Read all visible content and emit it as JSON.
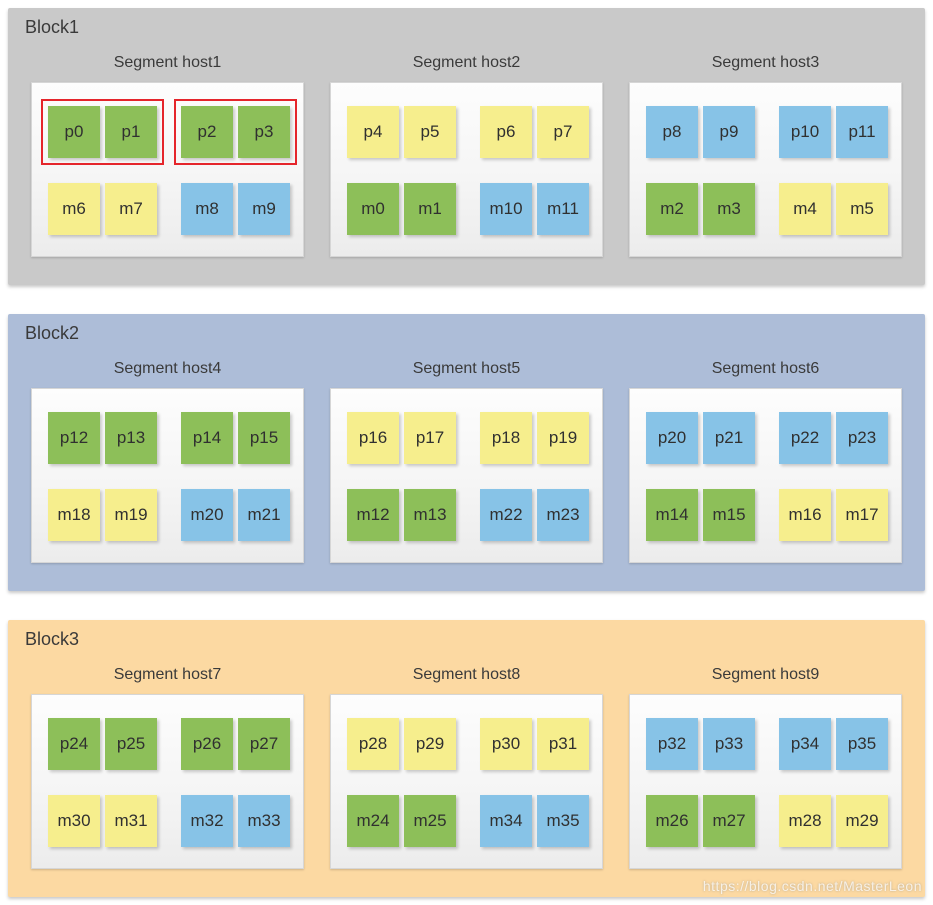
{
  "colors": {
    "green": "#8dbf59",
    "yellow": "#f6ee8d",
    "blue": "#87c3e7",
    "highlight_red": "#e5252b",
    "block1_bg": "#c9c9c9",
    "block2_bg": "#adbdd8",
    "block3_bg": "#fcd9a2"
  },
  "watermark": "https://blog.csdn.net/MasterLeon",
  "blocks": [
    {
      "label": "Block1",
      "bg": "#c9c9c9",
      "hosts": [
        {
          "title": "Segment host1",
          "rows": [
            [
              {
                "outlined": true,
                "cells": [
                  {
                    "label": "p0",
                    "color": "green"
                  },
                  {
                    "label": "p1",
                    "color": "green"
                  }
                ]
              },
              {
                "outlined": true,
                "cells": [
                  {
                    "label": "p2",
                    "color": "green"
                  },
                  {
                    "label": "p3",
                    "color": "green"
                  }
                ]
              }
            ],
            [
              {
                "outlined": false,
                "cells": [
                  {
                    "label": "m6",
                    "color": "yellow"
                  },
                  {
                    "label": "m7",
                    "color": "yellow"
                  }
                ]
              },
              {
                "outlined": false,
                "cells": [
                  {
                    "label": "m8",
                    "color": "blue"
                  },
                  {
                    "label": "m9",
                    "color": "blue"
                  }
                ]
              }
            ]
          ]
        },
        {
          "title": "Segment host2",
          "rows": [
            [
              {
                "outlined": false,
                "cells": [
                  {
                    "label": "p4",
                    "color": "yellow"
                  },
                  {
                    "label": "p5",
                    "color": "yellow"
                  }
                ]
              },
              {
                "outlined": false,
                "cells": [
                  {
                    "label": "p6",
                    "color": "yellow"
                  },
                  {
                    "label": "p7",
                    "color": "yellow"
                  }
                ]
              }
            ],
            [
              {
                "outlined": false,
                "cells": [
                  {
                    "label": "m0",
                    "color": "green"
                  },
                  {
                    "label": "m1",
                    "color": "green"
                  }
                ]
              },
              {
                "outlined": false,
                "cells": [
                  {
                    "label": "m10",
                    "color": "blue"
                  },
                  {
                    "label": "m11",
                    "color": "blue"
                  }
                ]
              }
            ]
          ]
        },
        {
          "title": "Segment host3",
          "rows": [
            [
              {
                "outlined": false,
                "cells": [
                  {
                    "label": "p8",
                    "color": "blue"
                  },
                  {
                    "label": "p9",
                    "color": "blue"
                  }
                ]
              },
              {
                "outlined": false,
                "cells": [
                  {
                    "label": "p10",
                    "color": "blue"
                  },
                  {
                    "label": "p11",
                    "color": "blue"
                  }
                ]
              }
            ],
            [
              {
                "outlined": false,
                "cells": [
                  {
                    "label": "m2",
                    "color": "green"
                  },
                  {
                    "label": "m3",
                    "color": "green"
                  }
                ]
              },
              {
                "outlined": false,
                "cells": [
                  {
                    "label": "m4",
                    "color": "yellow"
                  },
                  {
                    "label": "m5",
                    "color": "yellow"
                  }
                ]
              }
            ]
          ]
        }
      ]
    },
    {
      "label": "Block2",
      "bg": "#adbdd8",
      "hosts": [
        {
          "title": "Segment host4",
          "rows": [
            [
              {
                "outlined": false,
                "cells": [
                  {
                    "label": "p12",
                    "color": "green"
                  },
                  {
                    "label": "p13",
                    "color": "green"
                  }
                ]
              },
              {
                "outlined": false,
                "cells": [
                  {
                    "label": "p14",
                    "color": "green"
                  },
                  {
                    "label": "p15",
                    "color": "green"
                  }
                ]
              }
            ],
            [
              {
                "outlined": false,
                "cells": [
                  {
                    "label": "m18",
                    "color": "yellow"
                  },
                  {
                    "label": "m19",
                    "color": "yellow"
                  }
                ]
              },
              {
                "outlined": false,
                "cells": [
                  {
                    "label": "m20",
                    "color": "blue"
                  },
                  {
                    "label": "m21",
                    "color": "blue"
                  }
                ]
              }
            ]
          ]
        },
        {
          "title": "Segment host5",
          "rows": [
            [
              {
                "outlined": false,
                "cells": [
                  {
                    "label": "p16",
                    "color": "yellow"
                  },
                  {
                    "label": "p17",
                    "color": "yellow"
                  }
                ]
              },
              {
                "outlined": false,
                "cells": [
                  {
                    "label": "p18",
                    "color": "yellow"
                  },
                  {
                    "label": "p19",
                    "color": "yellow"
                  }
                ]
              }
            ],
            [
              {
                "outlined": false,
                "cells": [
                  {
                    "label": "m12",
                    "color": "green"
                  },
                  {
                    "label": "m13",
                    "color": "green"
                  }
                ]
              },
              {
                "outlined": false,
                "cells": [
                  {
                    "label": "m22",
                    "color": "blue"
                  },
                  {
                    "label": "m23",
                    "color": "blue"
                  }
                ]
              }
            ]
          ]
        },
        {
          "title": "Segment host6",
          "rows": [
            [
              {
                "outlined": false,
                "cells": [
                  {
                    "label": "p20",
                    "color": "blue"
                  },
                  {
                    "label": "p21",
                    "color": "blue"
                  }
                ]
              },
              {
                "outlined": false,
                "cells": [
                  {
                    "label": "p22",
                    "color": "blue"
                  },
                  {
                    "label": "p23",
                    "color": "blue"
                  }
                ]
              }
            ],
            [
              {
                "outlined": false,
                "cells": [
                  {
                    "label": "m14",
                    "color": "green"
                  },
                  {
                    "label": "m15",
                    "color": "green"
                  }
                ]
              },
              {
                "outlined": false,
                "cells": [
                  {
                    "label": "m16",
                    "color": "yellow"
                  },
                  {
                    "label": "m17",
                    "color": "yellow"
                  }
                ]
              }
            ]
          ]
        }
      ]
    },
    {
      "label": "Block3",
      "bg": "#fcd9a2",
      "hosts": [
        {
          "title": "Segment host7",
          "rows": [
            [
              {
                "outlined": false,
                "cells": [
                  {
                    "label": "p24",
                    "color": "green"
                  },
                  {
                    "label": "p25",
                    "color": "green"
                  }
                ]
              },
              {
                "outlined": false,
                "cells": [
                  {
                    "label": "p26",
                    "color": "green"
                  },
                  {
                    "label": "p27",
                    "color": "green"
                  }
                ]
              }
            ],
            [
              {
                "outlined": false,
                "cells": [
                  {
                    "label": "m30",
                    "color": "yellow"
                  },
                  {
                    "label": "m31",
                    "color": "yellow"
                  }
                ]
              },
              {
                "outlined": false,
                "cells": [
                  {
                    "label": "m32",
                    "color": "blue"
                  },
                  {
                    "label": "m33",
                    "color": "blue"
                  }
                ]
              }
            ]
          ]
        },
        {
          "title": "Segment host8",
          "rows": [
            [
              {
                "outlined": false,
                "cells": [
                  {
                    "label": "p28",
                    "color": "yellow"
                  },
                  {
                    "label": "p29",
                    "color": "yellow"
                  }
                ]
              },
              {
                "outlined": false,
                "cells": [
                  {
                    "label": "p30",
                    "color": "yellow"
                  },
                  {
                    "label": "p31",
                    "color": "yellow"
                  }
                ]
              }
            ],
            [
              {
                "outlined": false,
                "cells": [
                  {
                    "label": "m24",
                    "color": "green"
                  },
                  {
                    "label": "m25",
                    "color": "green"
                  }
                ]
              },
              {
                "outlined": false,
                "cells": [
                  {
                    "label": "m34",
                    "color": "blue"
                  },
                  {
                    "label": "m35",
                    "color": "blue"
                  }
                ]
              }
            ]
          ]
        },
        {
          "title": "Segment host9",
          "rows": [
            [
              {
                "outlined": false,
                "cells": [
                  {
                    "label": "p32",
                    "color": "blue"
                  },
                  {
                    "label": "p33",
                    "color": "blue"
                  }
                ]
              },
              {
                "outlined": false,
                "cells": [
                  {
                    "label": "p34",
                    "color": "blue"
                  },
                  {
                    "label": "p35",
                    "color": "blue"
                  }
                ]
              }
            ],
            [
              {
                "outlined": false,
                "cells": [
                  {
                    "label": "m26",
                    "color": "green"
                  },
                  {
                    "label": "m27",
                    "color": "green"
                  }
                ]
              },
              {
                "outlined": false,
                "cells": [
                  {
                    "label": "m28",
                    "color": "yellow"
                  },
                  {
                    "label": "m29",
                    "color": "yellow"
                  }
                ]
              }
            ]
          ]
        }
      ]
    }
  ]
}
